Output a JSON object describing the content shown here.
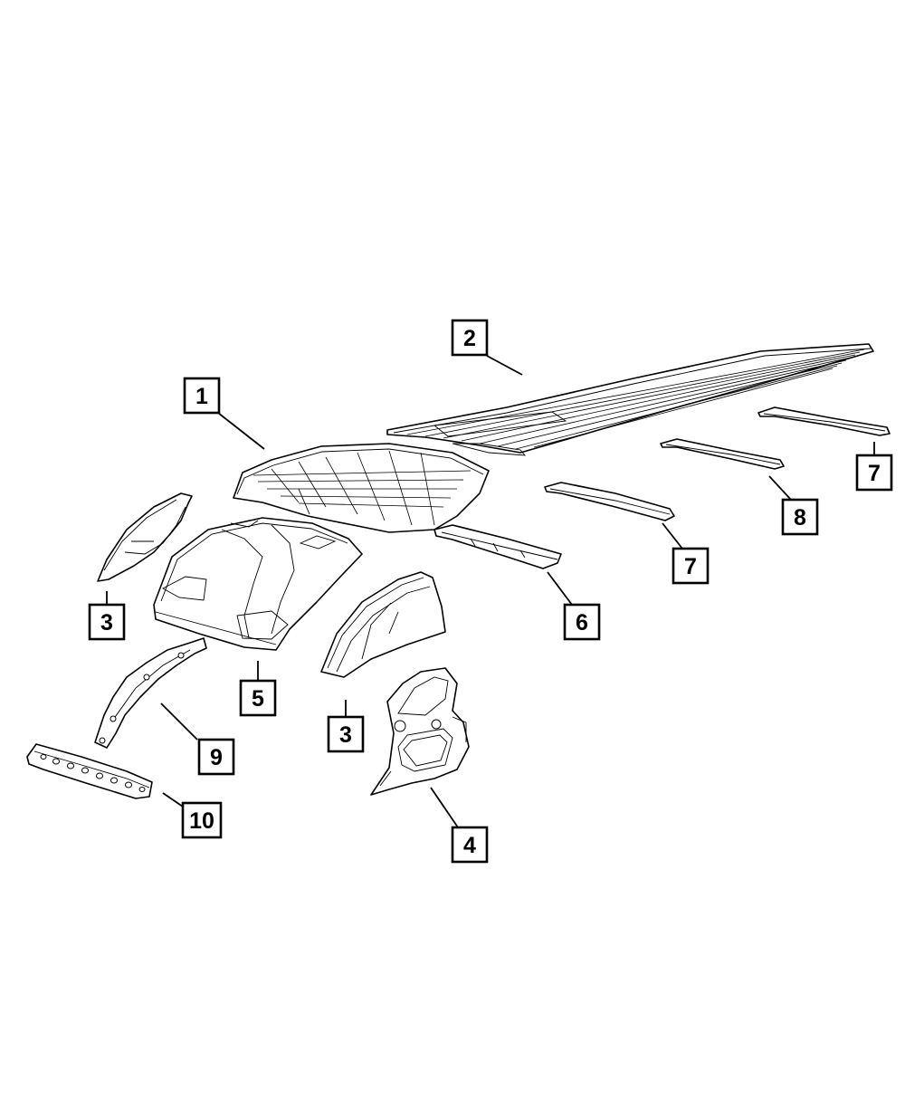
{
  "callouts": [
    {
      "id": "c1",
      "number": "1"
    },
    {
      "id": "c2",
      "number": "2"
    },
    {
      "id": "c3a",
      "number": "3"
    },
    {
      "id": "c3b",
      "number": "3"
    },
    {
      "id": "c4",
      "number": "4"
    },
    {
      "id": "c5",
      "number": "5"
    },
    {
      "id": "c6",
      "number": "6"
    },
    {
      "id": "c7a",
      "number": "7"
    },
    {
      "id": "c7b",
      "number": "7"
    },
    {
      "id": "c8",
      "number": "8"
    },
    {
      "id": "c9",
      "number": "9"
    },
    {
      "id": "c10",
      "number": "10"
    }
  ]
}
